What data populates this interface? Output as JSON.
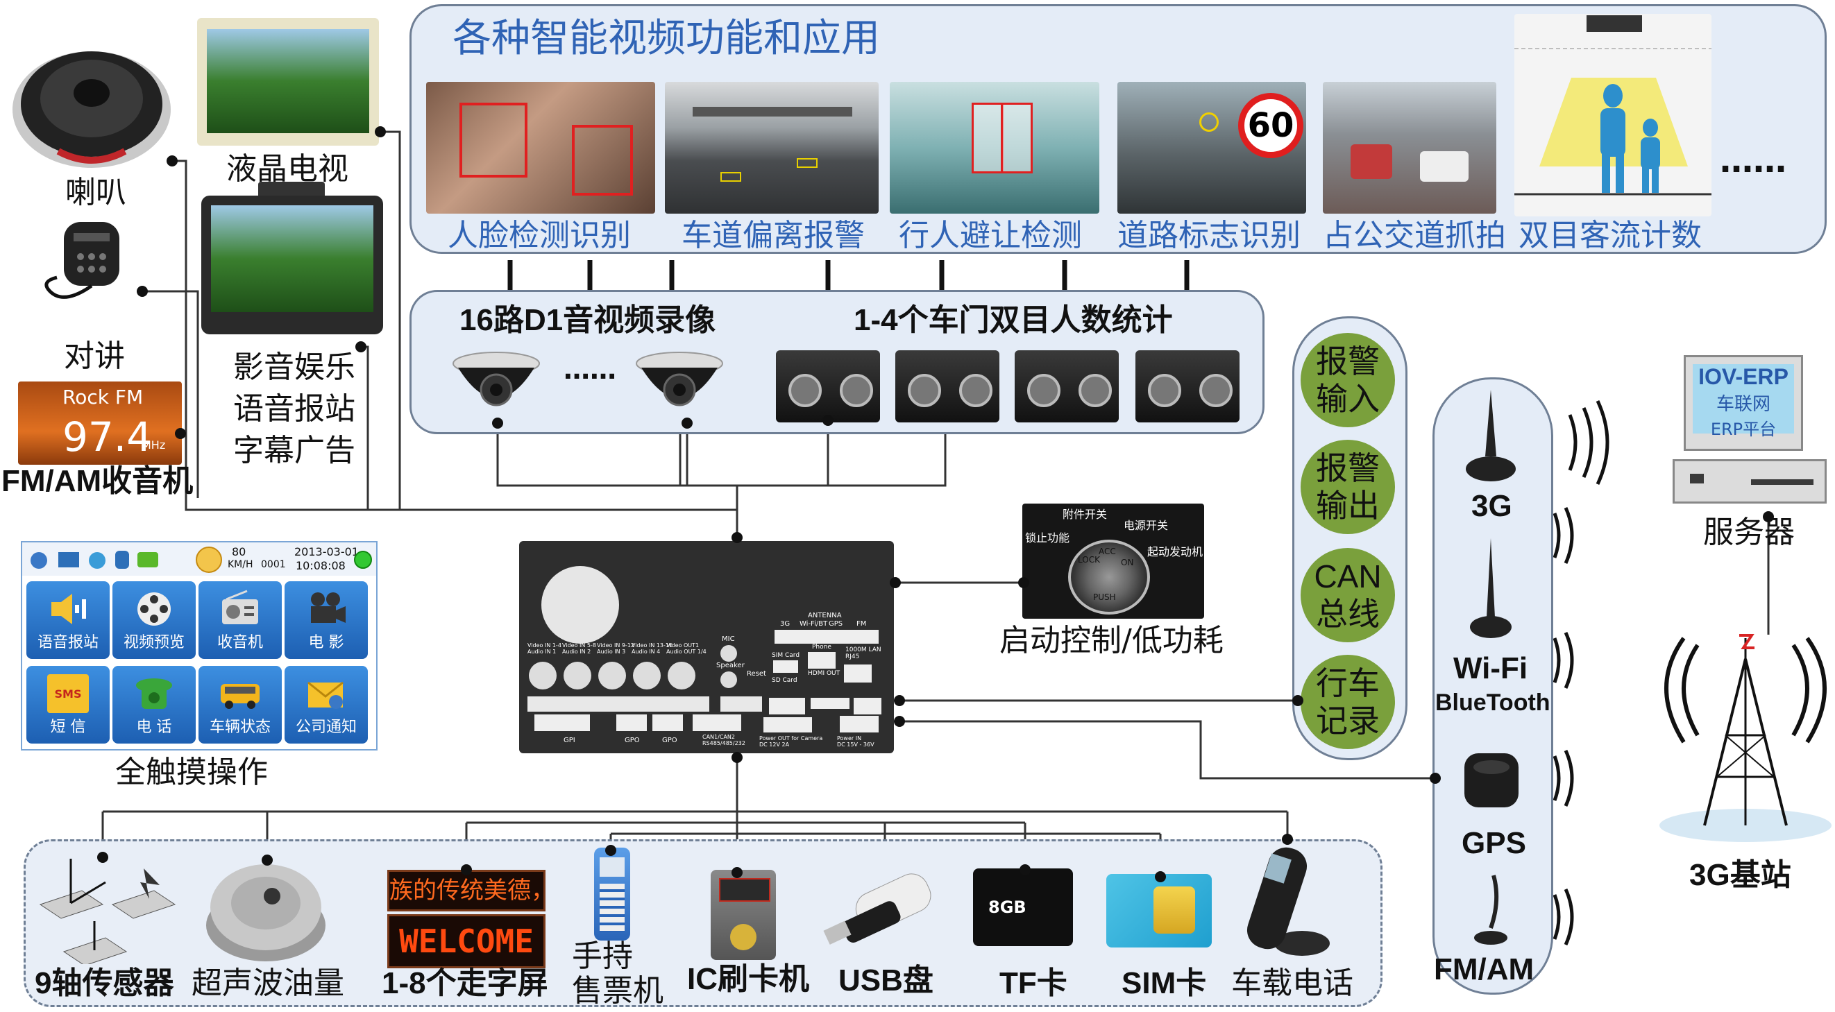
{
  "top_panel": {
    "title": "各种智能视频功能和应用",
    "items": [
      "人脸检测识别",
      "车道偏离报警",
      "行人避让检测",
      "道路标志识别",
      "占公交道抓拍",
      "双目客流计数"
    ],
    "ellipsis": "……",
    "sign_value": "60"
  },
  "middle_panel": {
    "label_recording": "16路D1音视频录像",
    "label_counting": "1-4个车门双目人数统计",
    "ellipsis": "……"
  },
  "left_devices": {
    "speaker": "喇叭",
    "lcd_tv": "液晶电视",
    "intercom": "对讲",
    "av_line1": "影音娱乐",
    "av_line2": "语音报站",
    "av_line3": "字幕广告",
    "radio_label": "FM/AM收音机",
    "radio_brand": "Rock FM",
    "radio_freq": "97.4",
    "radio_unit": "MHz"
  },
  "touch_screen": {
    "label": "全触摸操作",
    "status_speed": "80",
    "status_speed_unit": "KM/H",
    "status_count": "0001",
    "status_date": "2013-03-01",
    "status_time": "10:08:08",
    "tiles": [
      "语音报站",
      "视频预览",
      "收音机",
      "电 影",
      "短 信",
      "电 话",
      "车辆状态",
      "公司通知"
    ],
    "sms_badge": "SMS"
  },
  "dvr_unit": {
    "antenna": "ANTENNA",
    "antenna_ports": [
      "3G",
      "Wi-Fi/BT",
      "GPS",
      "FM"
    ],
    "video_ports": [
      "Video IN 1-4\nAudio IN 1",
      "Video IN 5-8\nAudio IN 2",
      "Video IN 9-12\nAudio IN 3",
      "Video IN 13-16\nAudio IN 4",
      "Video OUT1\nAudio OUT 1/4"
    ],
    "mic": "MIC",
    "speaker": "Speaker",
    "reset": "Reset",
    "sim_card": "SIM Card",
    "phone": "Phone",
    "lan": "1000M LAN\nRJ45",
    "hdmi": "HDMI OUT",
    "sd_card": "SD Card",
    "gpi": "GPI",
    "gpo1": "GPO",
    "gpo2": "GPO",
    "can": "CAN1/CAN2\nRS485/485/232",
    "power_out": "Power OUT for Camera\nDC 12V 2A",
    "power_in": "Power IN\nDC 15V - 36V"
  },
  "ignition": {
    "label": "启动控制/低功耗",
    "acc_option": "附件开关",
    "power_switch": "电源开关",
    "lock": "锁止功能",
    "start": "起动发动机",
    "key_lock": "LOCK",
    "key_acc": "ACC",
    "key_on": "ON",
    "key_push": "PUSH"
  },
  "io_panel": {
    "items": [
      "报警\n输入",
      "报警\n输出",
      "CAN\n总线",
      "行车\n记录"
    ]
  },
  "wireless_panel": {
    "items": [
      "3G",
      "Wi-Fi",
      "BlueTooth",
      "GPS",
      "FM/AM"
    ]
  },
  "server": {
    "screen_line1": "IOV-ERP",
    "screen_line2": "车联网",
    "screen_line3": "ERP平台",
    "label": "服务器",
    "base_station": "3G基站"
  },
  "bottom_panel": {
    "items": [
      "9轴传感器",
      "超声波油量",
      "1-8个走字屏",
      "手持\n售票机",
      "IC刷卡机",
      "USB盘",
      "TF卡",
      "SIM卡",
      "车载电话"
    ],
    "led_top": "族的传统美德，请",
    "led_bottom": "WELCOME",
    "tf_size": "8GB"
  },
  "colors": {
    "panel_bg": "#e4ecf7",
    "panel_border": "#6f7f95",
    "accent_blue": "#2f63b5",
    "io_green": "#7aa03c",
    "tile_blue": "#2d7bd0",
    "led_orange": "#ff5a1a"
  }
}
